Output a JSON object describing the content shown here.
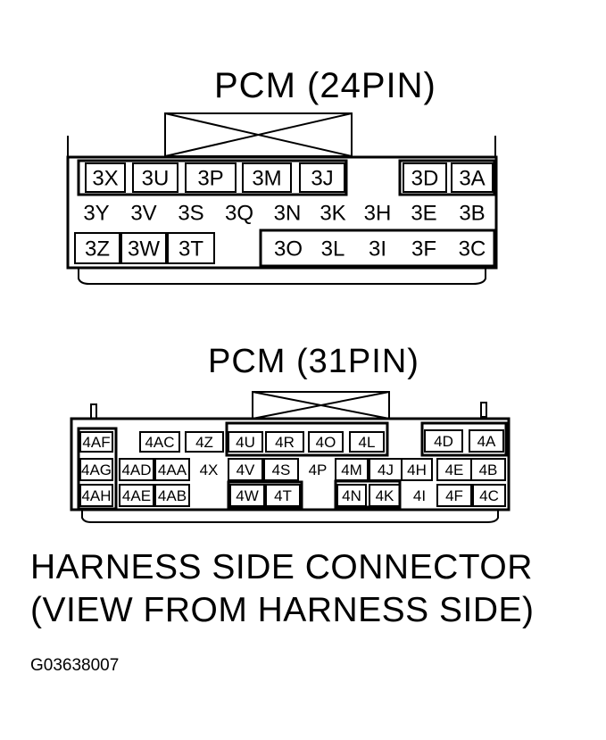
{
  "connector24": {
    "title": "PCM (24PIN)",
    "pins": [
      "3X",
      "3U",
      "3P",
      "3M",
      "3J",
      "3D",
      "3A",
      "3Y",
      "3V",
      "3S",
      "3Q",
      "3N",
      "3K",
      "3H",
      "3E",
      "3B",
      "3Z",
      "3W",
      "3T",
      "3O",
      "3L",
      "3I",
      "3F",
      "3C"
    ]
  },
  "connector31": {
    "title": "PCM (31PIN)",
    "pins": [
      "4AF",
      "4AC",
      "4Z",
      "4U",
      "4R",
      "4O",
      "4L",
      "4D",
      "4A",
      "4AG",
      "4AD",
      "4AA",
      "4X",
      "4V",
      "4S",
      "4P",
      "4M",
      "4J",
      "4H",
      "4E",
      "4B",
      "4AH",
      "4AE",
      "4AB",
      "4W",
      "4T",
      "4N",
      "4K",
      "4I",
      "4F",
      "4C"
    ]
  },
  "caption": {
    "line1": "HARNESS SIDE CONNECTOR",
    "line2": "(VIEW FROM HARNESS SIDE)"
  },
  "figure_id": "G03638007"
}
